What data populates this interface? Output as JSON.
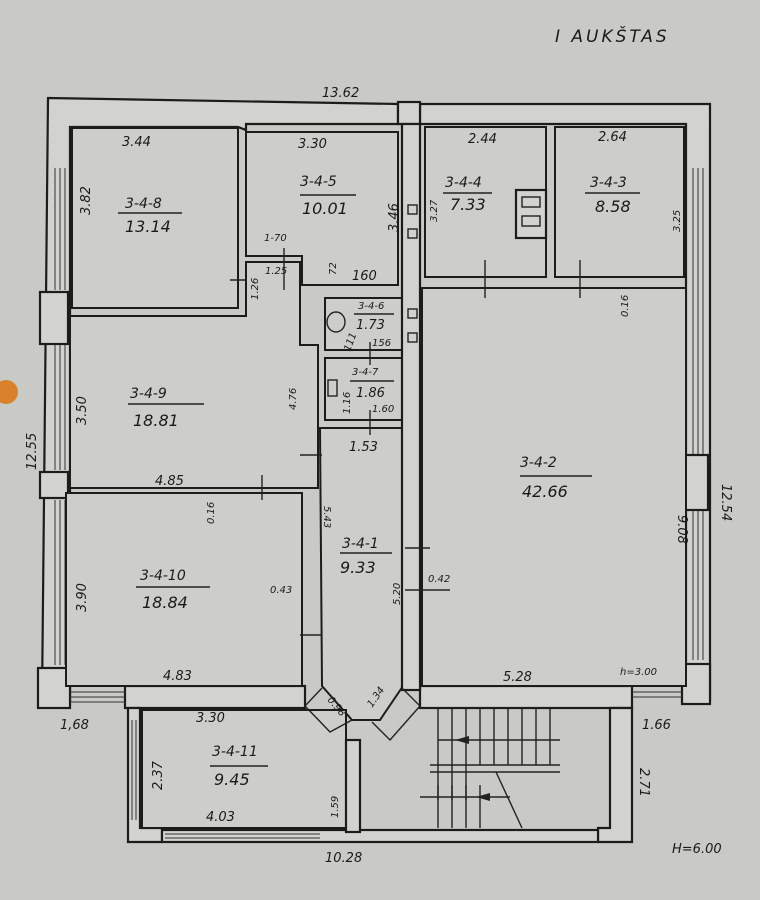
{
  "title": "I AUKŠTAS",
  "rooms": [
    {
      "id": "3-4-1",
      "area": "9.33"
    },
    {
      "id": "3-4-2",
      "area": "42.66"
    },
    {
      "id": "3-4-3",
      "area": "8.58"
    },
    {
      "id": "3-4-4",
      "area": "7.33"
    },
    {
      "id": "3-4-5",
      "area": "10.01"
    },
    {
      "id": "3-4-6",
      "area": "1.73"
    },
    {
      "id": "3-4-7",
      "area": "1.86"
    },
    {
      "id": "3-4-8",
      "area": "13.14"
    },
    {
      "id": "3-4-9",
      "area": "18.81"
    },
    {
      "id": "3-4-10",
      "area": "18.84"
    },
    {
      "id": "3-4-11",
      "area": "9.45"
    }
  ],
  "dimensions": {
    "top_total": "13.62",
    "left_total": "12.55",
    "right_total": "12.54",
    "bottom_total": "10.28",
    "r8_w": "3.44",
    "r8_h": "3.82",
    "r5_w": "3.30",
    "r5_h": "3.46",
    "r4_w": "2.44",
    "r4_h": "3.27",
    "r3_w": "2.64",
    "r3_h": "3.25",
    "door_170": "1-70",
    "door_125": "1.25",
    "d126": "1.26",
    "d72": "72",
    "d160": "160",
    "d156": "156",
    "d111": "111",
    "d116": "1.16",
    "d160b": "1.60",
    "d153": "1.53",
    "r9_h": "3.50",
    "r9_w": "4.85",
    "r9_d": "4.76",
    "d016a": "0.16",
    "d016b": "0.16",
    "r1_h": "5.43",
    "r1_h2": "5.20",
    "d042": "0.42",
    "d043": "0.43",
    "r2_h": "9.08",
    "r10_h": "3.90",
    "r10_w": "4.83",
    "r2_w": "5.28",
    "h_floor": "h=3.00",
    "d168": "1,68",
    "d166": "1.66",
    "d098": "0.98",
    "d134": "1.34",
    "r11_w": "3.30",
    "r11_h": "2.37",
    "r11_w2": "4.03",
    "d159": "1.59",
    "stair_h": "2.71",
    "h_total": "H=6.00"
  },
  "colors": {
    "paper": "#c9cac5",
    "ink": "#1c1c1c",
    "punch_hole": "#d9822b"
  }
}
